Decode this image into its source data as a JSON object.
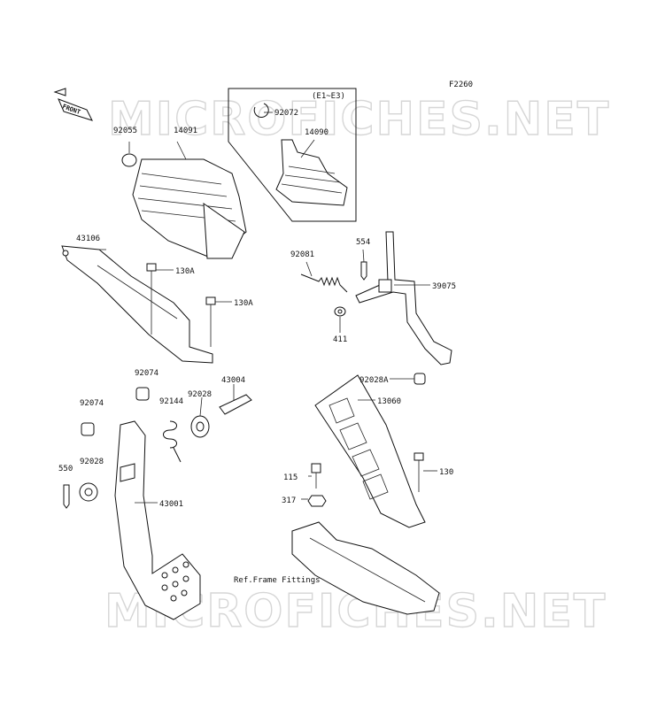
{
  "figure_code": "F2260",
  "front_label": "FRONT",
  "watermarks": [
    "MICROFICHES.NET",
    "MICROFICHES.NET"
  ],
  "inset_label": "(E1~E3)",
  "ref_note": "Ref.Frame Fittings",
  "callouts": [
    {
      "id": "c-92055",
      "text": "92055"
    },
    {
      "id": "c-14091",
      "text": "14091"
    },
    {
      "id": "c-92072",
      "text": "92072"
    },
    {
      "id": "c-14090",
      "text": "14090"
    },
    {
      "id": "c-43106",
      "text": "43106"
    },
    {
      "id": "c-130a-1",
      "text": "130A"
    },
    {
      "id": "c-130a-2",
      "text": "130A"
    },
    {
      "id": "c-92081",
      "text": "92081"
    },
    {
      "id": "c-554",
      "text": "554"
    },
    {
      "id": "c-39075",
      "text": "39075"
    },
    {
      "id": "c-411",
      "text": "411"
    },
    {
      "id": "c-92074-1",
      "text": "92074"
    },
    {
      "id": "c-92074-2",
      "text": "92074"
    },
    {
      "id": "c-92144",
      "text": "92144"
    },
    {
      "id": "c-92028-1",
      "text": "92028"
    },
    {
      "id": "c-43004",
      "text": "43004"
    },
    {
      "id": "c-92028a",
      "text": "92028A"
    },
    {
      "id": "c-13060",
      "text": "13060"
    },
    {
      "id": "c-550",
      "text": "550"
    },
    {
      "id": "c-92028-2",
      "text": "92028"
    },
    {
      "id": "c-43001",
      "text": "43001"
    },
    {
      "id": "c-115",
      "text": "115"
    },
    {
      "id": "c-130",
      "text": "130"
    },
    {
      "id": "c-317",
      "text": "317"
    }
  ]
}
